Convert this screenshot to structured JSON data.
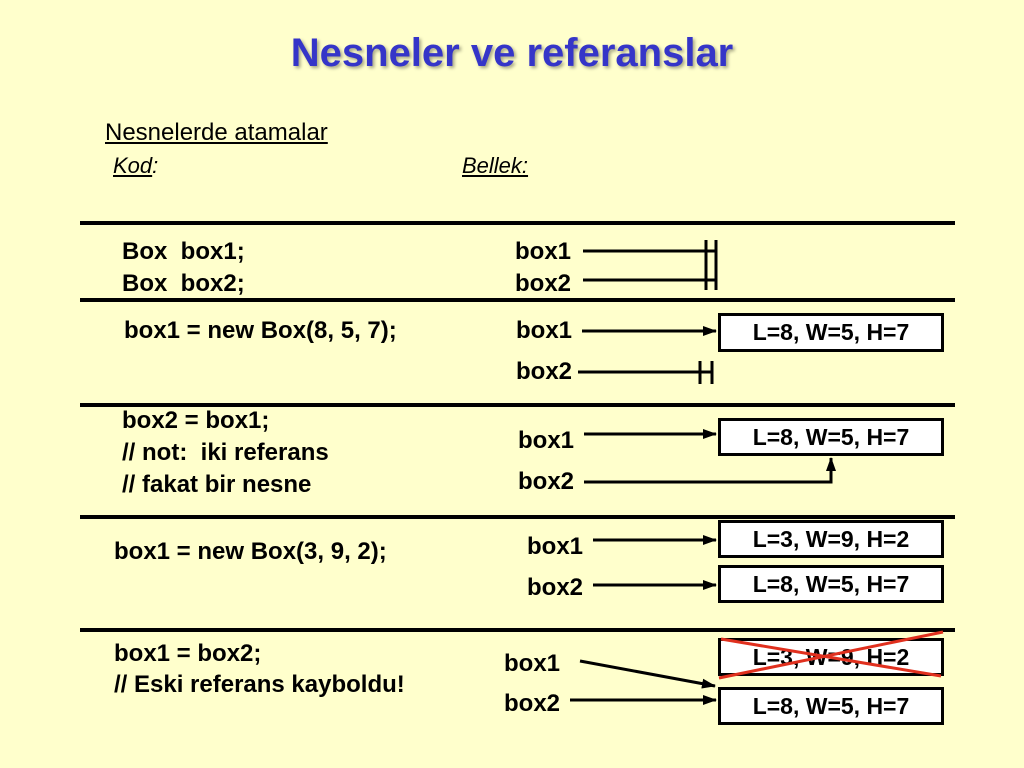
{
  "title": "Nesneler ve referanslar",
  "section_heading": "Nesnelerde atamalar",
  "column_labels": {
    "code": "Kod",
    "code_suffix": ":",
    "memory": "Bellek:"
  },
  "steps": [
    {
      "code": [
        "Box  box1;",
        "Box  box2;"
      ],
      "references": [
        {
          "name": "box1",
          "points_to": null
        },
        {
          "name": "box2",
          "points_to": null
        }
      ],
      "objects": []
    },
    {
      "code": [
        "box1 = new Box(8, 5, 7);"
      ],
      "references": [
        {
          "name": "box1",
          "points_to": 0
        },
        {
          "name": "box2",
          "points_to": null
        }
      ],
      "objects": [
        {
          "label": "L=8, W=5, H=7",
          "crossed_out": false
        }
      ]
    },
    {
      "code": [
        "box2 = box1;",
        "// not:  iki referans",
        "// fakat bir nesne"
      ],
      "references": [
        {
          "name": "box1",
          "points_to": 0
        },
        {
          "name": "box2",
          "points_to": 0
        }
      ],
      "objects": [
        {
          "label": "L=8, W=5, H=7",
          "crossed_out": false
        }
      ]
    },
    {
      "code": [
        "box1 = new Box(3, 9, 2);"
      ],
      "references": [
        {
          "name": "box1",
          "points_to": 0
        },
        {
          "name": "box2",
          "points_to": 1
        }
      ],
      "objects": [
        {
          "label": "L=3, W=9, H=2",
          "crossed_out": false
        },
        {
          "label": "L=8, W=5, H=7",
          "crossed_out": false
        }
      ]
    },
    {
      "code": [
        "box1 = box2;",
        "// Eski referans kayboldu!"
      ],
      "references": [
        {
          "name": "box1",
          "points_to": 1
        },
        {
          "name": "box2",
          "points_to": 1
        }
      ],
      "objects": [
        {
          "label": "L=3, W=9, H=2",
          "crossed_out": true
        },
        {
          "label": "L=8, W=5, H=7",
          "crossed_out": false
        }
      ]
    }
  ],
  "colors": {
    "background": "#FFFFCC",
    "title": "#3535C8",
    "text": "#000000",
    "object_fill": "#FFFFFF",
    "cross_out": "#E0301E"
  }
}
